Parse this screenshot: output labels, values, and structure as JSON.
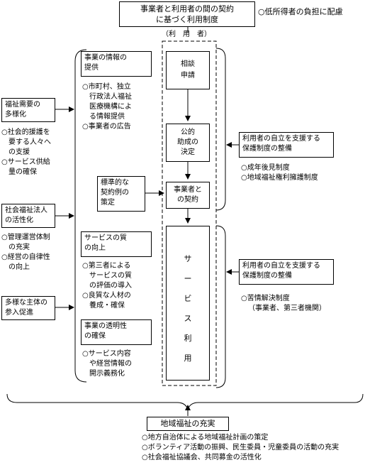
{
  "top": {
    "title_line1": "事業者と利用者の間の契約",
    "title_line2": "に基づく利用制度",
    "note": "○低所得者の負担に配慮",
    "user_label": "（利　用　者）"
  },
  "left": {
    "needs": {
      "line1": "福祉需要の",
      "line2": "多様化"
    },
    "needs_notes": [
      "○社会的援護を",
      "　要する人々へ",
      "　の支援",
      "○サービス供給",
      "　量の確保"
    ],
    "corp": {
      "line1": "社会福祉法人",
      "line2": "の活性化"
    },
    "corp_notes": [
      "○管理運営体制",
      "　の充実",
      "○経営の自律性",
      "　の向上"
    ],
    "diverse": {
      "line1": "多様な主体の",
      "line2": "参入促進"
    }
  },
  "middle": {
    "info": {
      "line1": "事業の情報の",
      "line2": "提供"
    },
    "info_notes": [
      "○市町村、独立",
      "　行政法人福祉",
      "　医療機構によ",
      "　る情報提供",
      "○事業者の広告"
    ],
    "standard": {
      "line1": "標準的な",
      "line2": "契約例の",
      "line3": "策定"
    },
    "quality": {
      "line1": "サービスの質",
      "line2": "の向上"
    },
    "quality_notes": [
      "○第三者による",
      "　サービスの質",
      "　の評価の導入",
      "○良質な人材の",
      "　養成・確保"
    ],
    "transparency": {
      "line1": "事業の透明性",
      "line2": "の確保"
    },
    "transparency_notes": [
      "○サービス内容",
      "　や経営情報の",
      "　開示義務化"
    ]
  },
  "flow": {
    "consult": {
      "line1": "相談",
      "line2": "申請"
    },
    "decision": {
      "line1": "公的",
      "line2": "助成の",
      "line3": "決定"
    },
    "contract": {
      "line1": "事業者と",
      "line2": "の契約"
    },
    "service_chars": [
      "サ",
      "ー",
      "ビ",
      "ス",
      "利",
      "用"
    ]
  },
  "right": {
    "support1": {
      "line1": "利用者の自立を支援する",
      "line2": "保護制度の整備"
    },
    "support1_notes": [
      "○成年後見制度",
      "○地域福祉権利擁護制度"
    ],
    "support2": {
      "line1": "利用者の自立を支援する",
      "line2": "保護制度の整備"
    },
    "support2_notes": [
      "○苦情解決制度",
      "（事業者、第三者機関）"
    ]
  },
  "bottom": {
    "title": "地域福祉の充実",
    "notes": [
      "○地方自治体による地域福祉計画の策定",
      "○ボランティア活動の振興、民生委員・児童委員の活動の充実",
      "○社会福祉協議会、共同募金の活性化"
    ]
  }
}
